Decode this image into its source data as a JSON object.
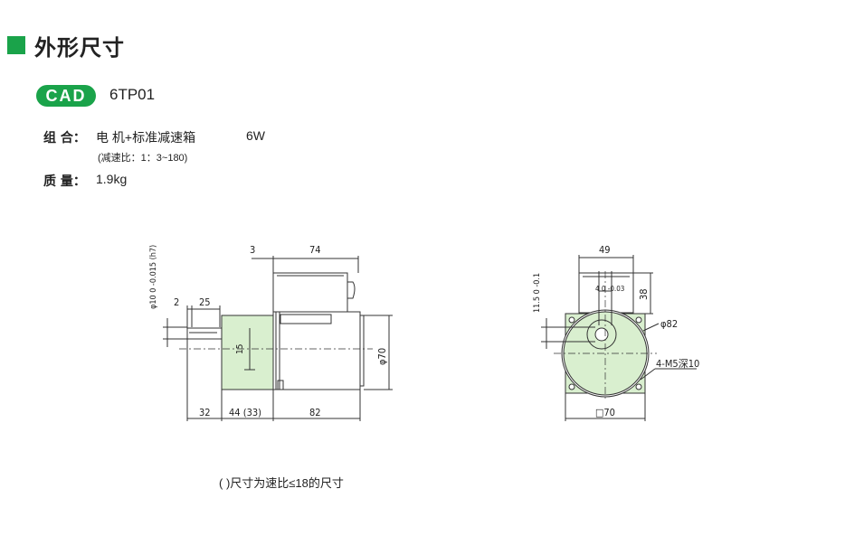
{
  "header": {
    "title": "外形尺寸"
  },
  "cad": {
    "badge": "CAD",
    "model": "6TP01"
  },
  "specs": {
    "combo_label": "组 合：",
    "combo_value": "电 机+标准减速箱",
    "power": "6W",
    "ratio_note": "(减速比：1：3~180)",
    "mass_label": "质 量：",
    "mass_value": "1.9kg"
  },
  "side_view": {
    "dim_3": "3",
    "dim_74": "74",
    "dim_2": "2",
    "dim_25": "25",
    "dim_15": "15",
    "dim_shaft_dia": "φ10 0 -0.015 (h7)",
    "dim_phi70": "φ70",
    "dim_32": "32",
    "dim_44": "44 (33)",
    "dim_82": "82"
  },
  "front_view": {
    "dim_49": "49",
    "dim_38": "38",
    "dim_key": "4 0 -0.03",
    "dim_11_5": "11.5 0 -0.1",
    "dim_phi82": "φ82",
    "dim_holes": "4-M5深10",
    "dim_square70": "□70"
  },
  "footnote": "( )尺寸为速比≤18的尺寸",
  "colors": {
    "accent": "#1aa34a",
    "gearbox_fill": "#d9efcf",
    "line": "#333333"
  }
}
